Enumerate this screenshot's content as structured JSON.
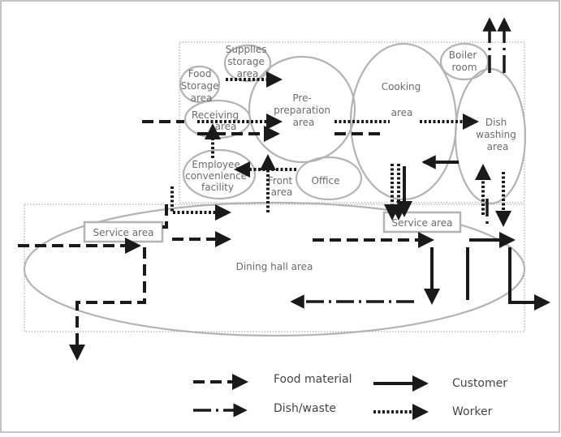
{
  "areas": {
    "supplies": [
      "Supplies",
      "storage",
      "area"
    ],
    "food_storage": [
      "Food",
      "Storage",
      "area"
    ],
    "receiving": [
      "Receiving",
      "area"
    ],
    "preprep": [
      "Pre-",
      "preparation",
      "area"
    ],
    "cooking_top": "Cooking",
    "cooking_bottom": "area",
    "boiler": [
      "Boiler",
      "room"
    ],
    "dish_washing": [
      "Dish",
      "washing",
      "area"
    ],
    "employee": [
      "Employee",
      "convenience",
      "facility"
    ],
    "front": [
      "Front",
      "area"
    ],
    "office": "Office",
    "service_left": "Service area",
    "service_right": "Service area",
    "dining": "Dining hall area"
  },
  "legend": {
    "food_material": "Food material",
    "customer": "Customer",
    "dish_waste": "Dish/waste",
    "worker": "Worker"
  }
}
